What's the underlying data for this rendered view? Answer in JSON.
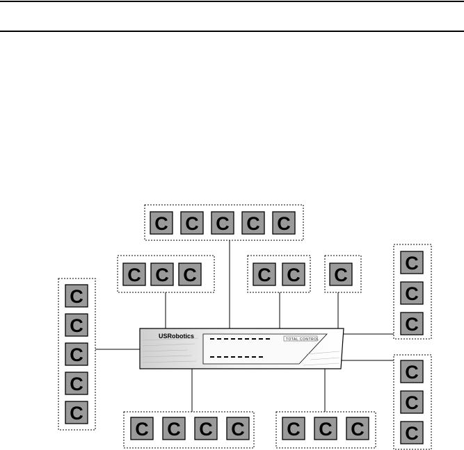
{
  "device": {
    "brand": "USRobotics",
    "model": "TOTAL CONTROL"
  },
  "client_label": "C",
  "groups": [
    {
      "id": "top-five",
      "clients": [
        "C",
        "C",
        "C",
        "C",
        "C"
      ]
    },
    {
      "id": "mid-three",
      "clients": [
        "C",
        "C",
        "C"
      ]
    },
    {
      "id": "mid-two",
      "clients": [
        "C",
        "C"
      ]
    },
    {
      "id": "mid-one",
      "clients": [
        "C"
      ]
    },
    {
      "id": "left-five",
      "clients": [
        "C",
        "C",
        "C",
        "C",
        "C"
      ]
    },
    {
      "id": "right-upper-three",
      "clients": [
        "C",
        "C",
        "C"
      ]
    },
    {
      "id": "right-lower-three",
      "clients": [
        "C",
        "C",
        "C"
      ]
    },
    {
      "id": "bottom-four",
      "clients": [
        "C",
        "C",
        "C",
        "C"
      ]
    },
    {
      "id": "bottom-three",
      "clients": [
        "C",
        "C",
        "C"
      ]
    }
  ]
}
